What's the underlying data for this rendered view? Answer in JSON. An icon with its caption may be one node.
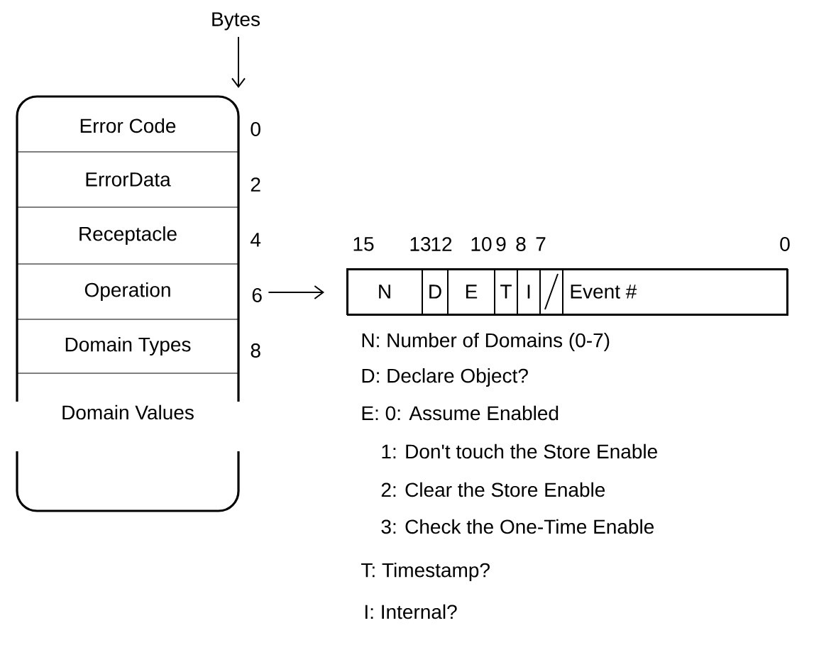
{
  "diagram": {
    "nodes": [
      {
        "text": [
          "Error Code"
        ]
      },
      {
        "text": [
          "ErrorData"
        ]
      },
      {
        "text": [
          "Receptacle"
        ]
      },
      {
        "text": [
          "Operation"
        ]
      },
      {
        "text": [
          "Domain Types"
        ]
      },
      {
        "text": [
          "Domain Values"
        ]
      },
      {
        "text": [
          "6"
        ]
      },
      {
        "text": [],
        "shape": "box"
      },
      {
        "text": [
          "N"
        ],
        "in": 7
      },
      {
        "text": [
          "D"
        ],
        "in": 7
      },
      {
        "text": [
          "E"
        ],
        "in": 7
      },
      {
        "text": [
          "T"
        ],
        "in": 7
      },
      {
        "text": [
          "I"
        ],
        "in": 7
      },
      {
        "text": [],
        "shape": "box",
        "in": 7
      },
      {
        "text": [
          "Event #"
        ],
        "in": 7
      }
    ],
    "edges": [
      {
        "from": 6,
        "to": 7,
        "arrow": "to"
      }
    ],
    "labels": [
      "Bytes",
      "0",
      "2",
      "4",
      "8",
      "15",
      "13",
      "12",
      "10",
      "9",
      "8",
      "7",
      "0",
      "N: Number of Domains (0-7)",
      "D: Declare Object?",
      "E: 0: Assume Enabled",
      "1: Don't touch the Store Enable",
      "2: Clear the Store Enable",
      "3: Check the One-Time Enable",
      "T: Timestamp?",
      "I: Internal?"
    ]
  }
}
